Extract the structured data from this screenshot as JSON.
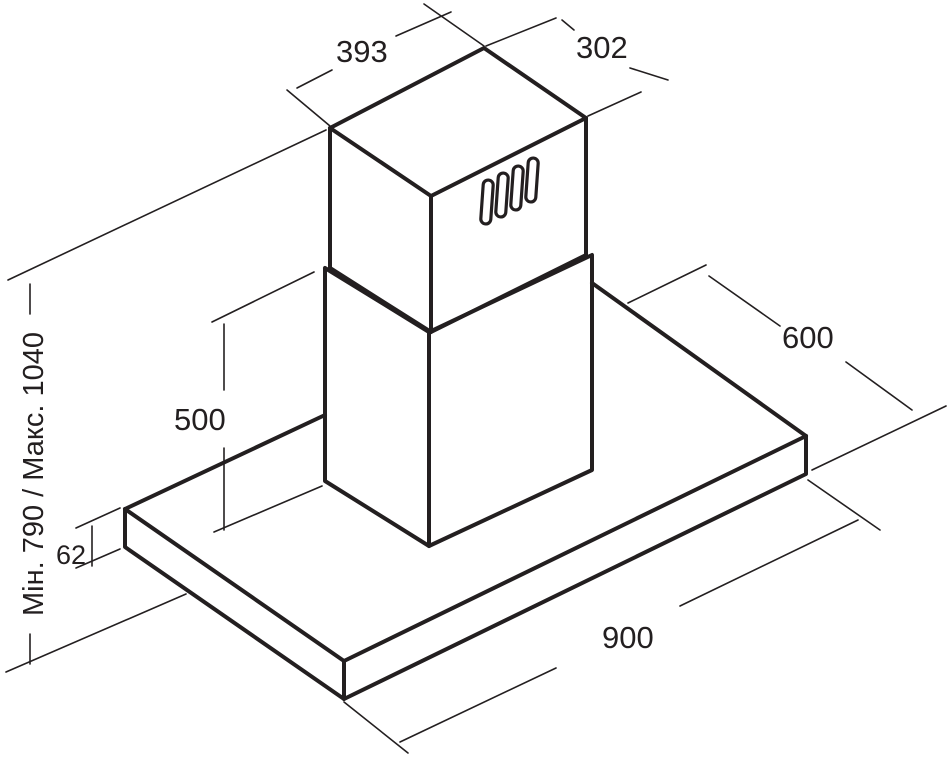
{
  "dimensions": {
    "chimney_width": "393",
    "chimney_depth": "302",
    "hood_depth": "600",
    "hood_width": "900",
    "lower_chimney_height": "500",
    "canopy_height": "62",
    "total_height_range": "Мін. 790 / Макс. 1040"
  },
  "colors": {
    "line": "#231f20",
    "background": "#ffffff"
  }
}
